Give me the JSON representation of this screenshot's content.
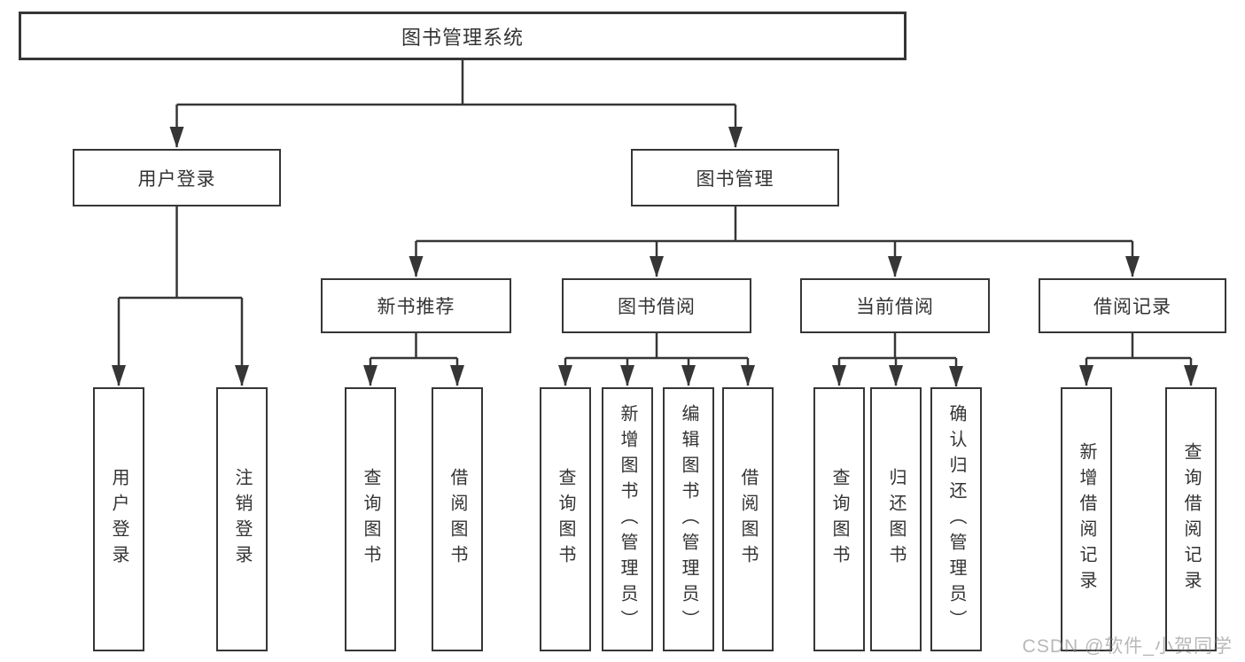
{
  "diagram": {
    "root_label": "图书管理系统",
    "branches": [
      {
        "label": "用户登录",
        "children": [
          "用户登录",
          "注销登录"
        ]
      },
      {
        "label": "图书管理",
        "groups": [
          {
            "label": "新书推荐",
            "children": [
              "查询图书",
              "借阅图书"
            ]
          },
          {
            "label": "图书借阅",
            "children": [
              "查询图书",
              "新增图书（管理员）",
              "编辑图书（管理员）",
              "借阅图书"
            ]
          },
          {
            "label": "当前借阅",
            "children": [
              "查询图书",
              "归还图书",
              "确认归还（管理员）"
            ]
          },
          {
            "label": "借阅记录",
            "children": [
              "新增借阅记录",
              "查询借阅记录"
            ]
          }
        ]
      }
    ]
  },
  "watermark": {
    "text": "CSDN @软件_小贺同学"
  },
  "colors": {
    "line": "#363636",
    "border": "#363636",
    "text": "#333333",
    "background": "#ffffff",
    "watermark": "#7d7d7d"
  }
}
